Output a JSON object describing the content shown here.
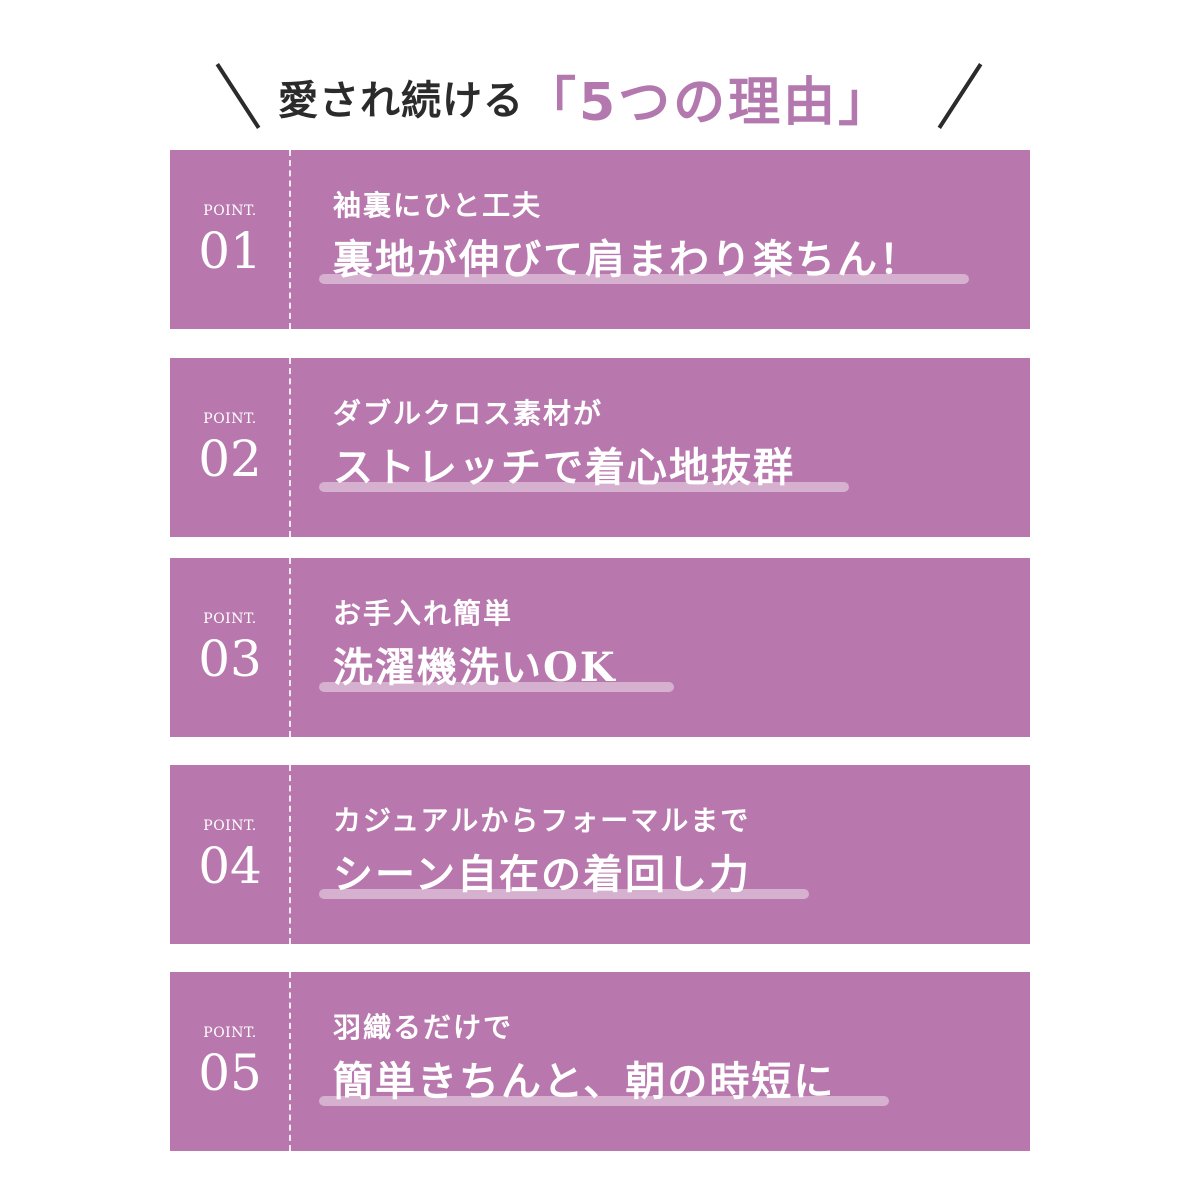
{
  "heading": {
    "lead": "愛され続ける",
    "emphasis": "「5つの理由」"
  },
  "points": [
    {
      "label": "POINT.",
      "number": "01",
      "subtitle": "袖裏にひと工夫",
      "title": "裏地が伸びて肩まわり楽ちん！"
    },
    {
      "label": "POINT.",
      "number": "02",
      "subtitle": "ダブルクロス素材が",
      "title": "ストレッチで着心地抜群"
    },
    {
      "label": "POINT.",
      "number": "03",
      "subtitle": "お手入れ簡単",
      "title": "洗濯機洗いOK"
    },
    {
      "label": "POINT.",
      "number": "04",
      "subtitle": "カジュアルからフォーマルまで",
      "title": "シーン自在の着回し力"
    },
    {
      "label": "POINT.",
      "number": "05",
      "subtitle": "羽織るだけで",
      "title": "簡単きちんと、朝の時短に"
    }
  ],
  "colors": {
    "card_background": "#b878ae",
    "accent": "#b378ae",
    "brush_highlight": "#d8b6d3",
    "heading_text": "#2b2b2b"
  }
}
